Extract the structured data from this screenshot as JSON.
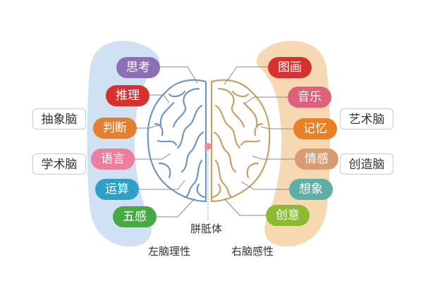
{
  "left_items": [
    {
      "label": "思考",
      "color": "#8d6fb7"
    },
    {
      "label": "推理",
      "color": "#d6302f"
    },
    {
      "label": "判断",
      "color": "#e27f31"
    },
    {
      "label": "语言",
      "color": "#ec7f9c"
    },
    {
      "label": "运算",
      "color": "#2ea0c8"
    },
    {
      "label": "五感",
      "color": "#48a843"
    }
  ],
  "right_items": [
    {
      "label": "图画",
      "color": "#d6302f"
    },
    {
      "label": "音乐",
      "color": "#e0607c"
    },
    {
      "label": "记忆",
      "color": "#e98026"
    },
    {
      "label": "情感",
      "color": "#d99b73"
    },
    {
      "label": "想象",
      "color": "#5eb0a6"
    },
    {
      "label": "创意",
      "color": "#8cbb31"
    }
  ],
  "left_tags": [
    "抽象脑",
    "学术脑"
  ],
  "right_tags": [
    "艺术脑",
    "创造脑"
  ],
  "captions": {
    "center": "胼胝体",
    "left": "左脑理性",
    "right": "右脑感性"
  },
  "colors": {
    "left_band": "#cfe1f2",
    "right_band": "#f6d9b2",
    "left_brain": "#6f97bf",
    "right_brain": "#c9a06a",
    "corpus_dot": "#f08aa0"
  }
}
